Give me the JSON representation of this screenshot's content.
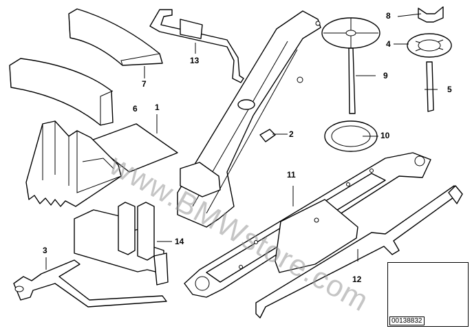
{
  "diagram": {
    "watermark": "www.BMWstore.com",
    "inset_code": "00138832",
    "callouts": [
      {
        "id": "1",
        "label": "1"
      },
      {
        "id": "2",
        "label": "2"
      },
      {
        "id": "3",
        "label": "3"
      },
      {
        "id": "4",
        "label": "4"
      },
      {
        "id": "5",
        "label": "5"
      },
      {
        "id": "6",
        "label": "6"
      },
      {
        "id": "7",
        "label": "7"
      },
      {
        "id": "8",
        "label": "8"
      },
      {
        "id": "9",
        "label": "9"
      },
      {
        "id": "10",
        "label": "10"
      },
      {
        "id": "11",
        "label": "11"
      },
      {
        "id": "12",
        "label": "12"
      },
      {
        "id": "13",
        "label": "13"
      },
      {
        "id": "14",
        "label": "14"
      }
    ]
  }
}
